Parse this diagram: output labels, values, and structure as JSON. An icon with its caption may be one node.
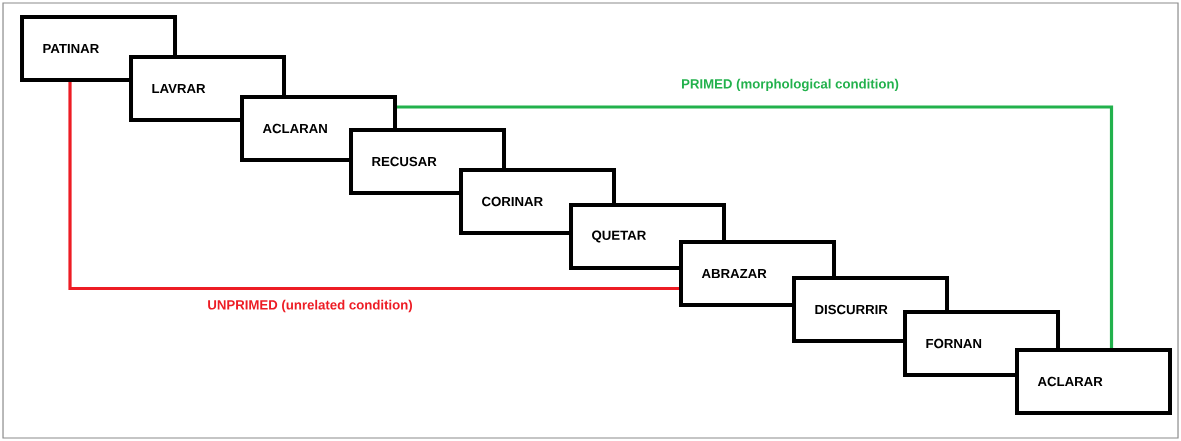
{
  "diagram": {
    "nodes": [
      {
        "text": [
          "PATINAR"
        ]
      },
      {
        "text": [
          "LAVRAR"
        ]
      },
      {
        "text": [
          "ACLARAN"
        ]
      },
      {
        "text": [
          "RECUSAR"
        ]
      },
      {
        "text": [
          "CORINAR"
        ]
      },
      {
        "text": [
          "QUETAR"
        ]
      },
      {
        "text": [
          "ABRAZAR"
        ]
      },
      {
        "text": [
          "DISCURRIR"
        ]
      },
      {
        "text": [
          "FORNAN"
        ]
      },
      {
        "text": [
          "ACLARAR"
        ]
      }
    ],
    "edges": [
      {
        "from": 2,
        "to": 9,
        "arrow": "none",
        "label": "PRIMED (morphological condition)",
        "color": "#22b14c"
      },
      {
        "from": 0,
        "to": 6,
        "arrow": "none",
        "label": "UNPRIMED (unrelated condition)",
        "color": "#ed1c24"
      }
    ]
  }
}
